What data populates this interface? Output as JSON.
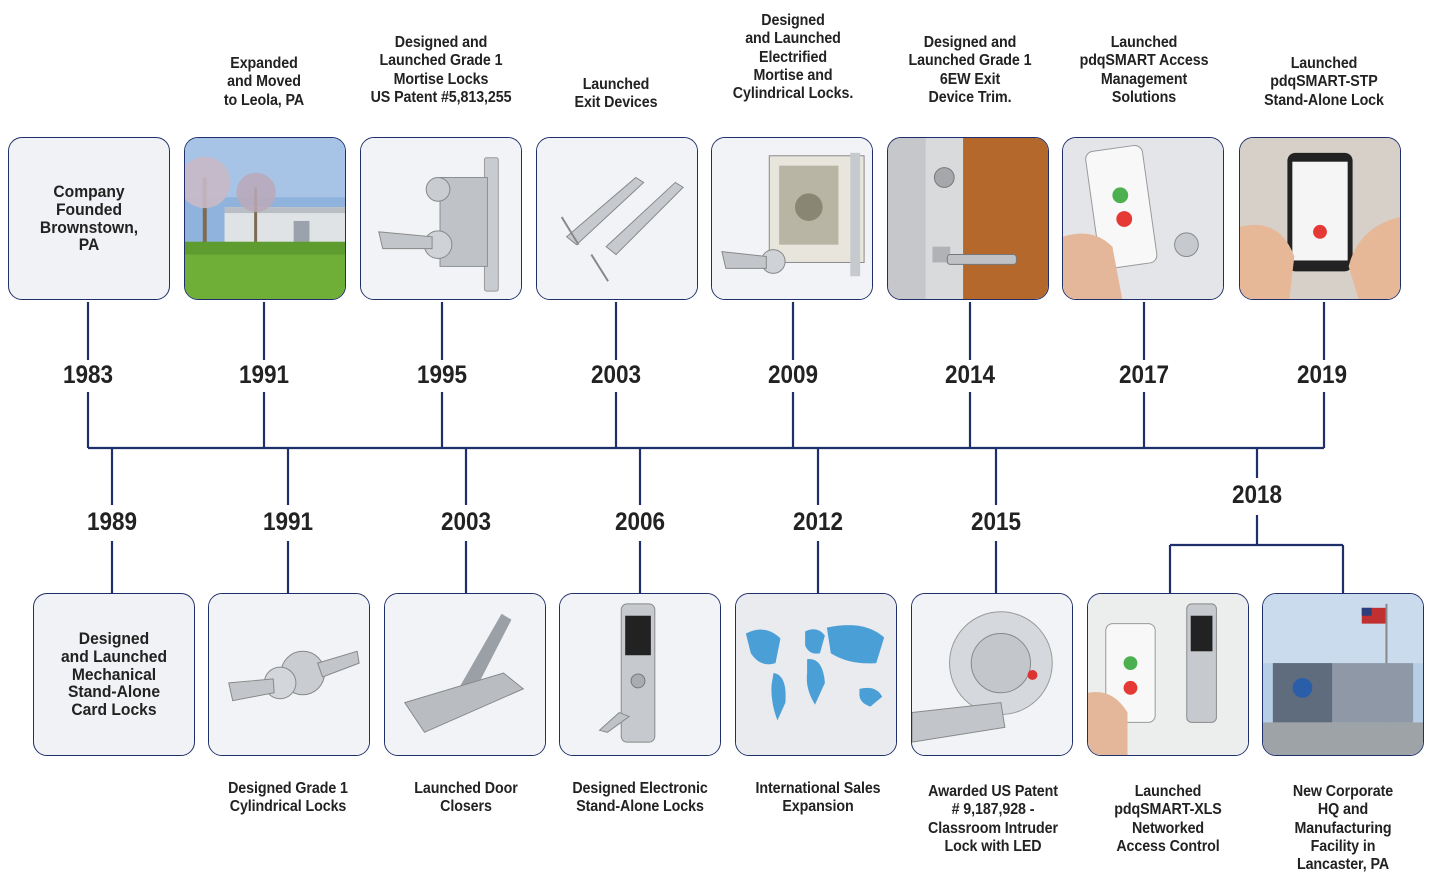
{
  "top_events": [
    {
      "year": "1983",
      "caption": "",
      "card_text": "Company\nFounded\nBrownstown,\nPA",
      "image": "text-card"
    },
    {
      "year": "1991",
      "caption": "Expanded\nand Moved\nto Leola, PA",
      "card_text": "",
      "image": "building-photo"
    },
    {
      "year": "1995",
      "caption": "Designed and\nLaunched Grade 1\nMortise Locks\nUS Patent #5,813,255",
      "card_text": "",
      "image": "mortise-lock-icon"
    },
    {
      "year": "2003",
      "caption": "Launched\nExit Devices",
      "card_text": "",
      "image": "exit-device-icon"
    },
    {
      "year": "2009",
      "caption": "Designed\nand Launched\nElectrified\nMortise and\nCylindrical Locks.",
      "card_text": "",
      "image": "electrified-lock-icon"
    },
    {
      "year": "2014",
      "caption": "Designed and\nLaunched Grade 1\n6EW Exit\nDevice Trim.",
      "card_text": "",
      "image": "door-trim-photo"
    },
    {
      "year": "2017",
      "caption": "Launched\npdqSMART Access\nManagement\nSolutions",
      "card_text": "",
      "image": "phone-app-photo"
    },
    {
      "year": "2019",
      "caption": "Launched\npdqSMART-STP\nStand-Alone Lock",
      "card_text": "",
      "image": "phone-hand-photo"
    }
  ],
  "bottom_events": [
    {
      "year": "1989",
      "caption": "",
      "card_text": "Designed\nand Launched\nMechanical\nStand-Alone\nCard Locks",
      "image": "text-card"
    },
    {
      "year": "1991",
      "caption": "Designed Grade 1\nCylindrical Locks",
      "card_text": "",
      "image": "cylindrical-lock-icon"
    },
    {
      "year": "2003",
      "caption": "Launched Door\nClosers",
      "card_text": "",
      "image": "door-closer-icon"
    },
    {
      "year": "2006",
      "caption": "Designed Electronic\nStand-Alone Locks",
      "card_text": "",
      "image": "keypad-lock-icon"
    },
    {
      "year": "2012",
      "caption": "International Sales\nExpansion",
      "card_text": "",
      "image": "world-map-icon"
    },
    {
      "year": "2015",
      "caption": "Awarded US Patent\n# 9,187,928 -\nClassroom Intruder\nLock with LED",
      "card_text": "",
      "image": "intruder-lock-photo"
    },
    {
      "year": "2018",
      "caption": "Launched\npdqSMART-XLS\nNetworked\nAccess Control",
      "card_text": "",
      "image": "keypad-phone-photo"
    },
    {
      "year": "",
      "caption": "New Corporate\nHQ and\nManufacturing\nFacility in\nLancaster, PA",
      "card_text": "",
      "image": "hq-building-photo"
    }
  ],
  "colors": {
    "line": "#1f2f6b",
    "card_border": "#1f2f6b",
    "card_bg": "#f1f2f5",
    "text": "#222222"
  }
}
